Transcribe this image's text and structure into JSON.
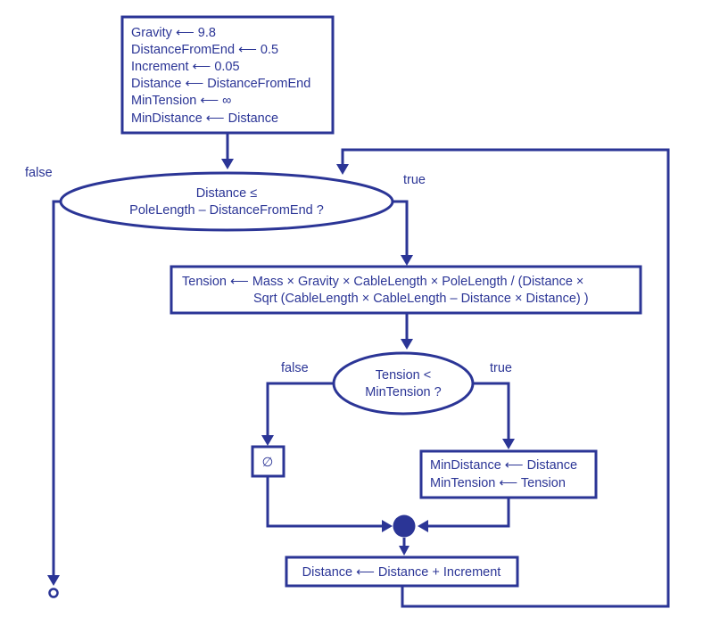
{
  "nodes": {
    "init": {
      "lines": [
        "Gravity ⟵ 9.8",
        "DistanceFromEnd ⟵ 0.5",
        "Increment ⟵ 0.05",
        "Distance ⟵ DistanceFromEnd",
        "MinTension ⟵ ∞",
        "MinDistance ⟵ Distance"
      ]
    },
    "loop_condition": {
      "lines": [
        "Distance ≤",
        "PoleLength – DistanceFromEnd  ?"
      ]
    },
    "tension_calc": {
      "lines": [
        "Tension ⟵ Mass × Gravity × CableLength × PoleLength / (Distance ×",
        "Sqrt (CableLength × CableLength –  Distance × Distance)  )"
      ]
    },
    "min_condition": {
      "lines": [
        "Tension <",
        "MinTension ?"
      ]
    },
    "empty_action": {
      "symbol": "∅"
    },
    "update_min": {
      "lines": [
        "MinDistance ⟵ Distance",
        "MinTension ⟵ Tension"
      ]
    },
    "increment": {
      "lines": [
        "Distance ⟵ Distance + Increment"
      ]
    }
  },
  "edge_labels": {
    "loop_false": "false",
    "loop_true": "true",
    "min_false": "false",
    "min_true": "true"
  }
}
